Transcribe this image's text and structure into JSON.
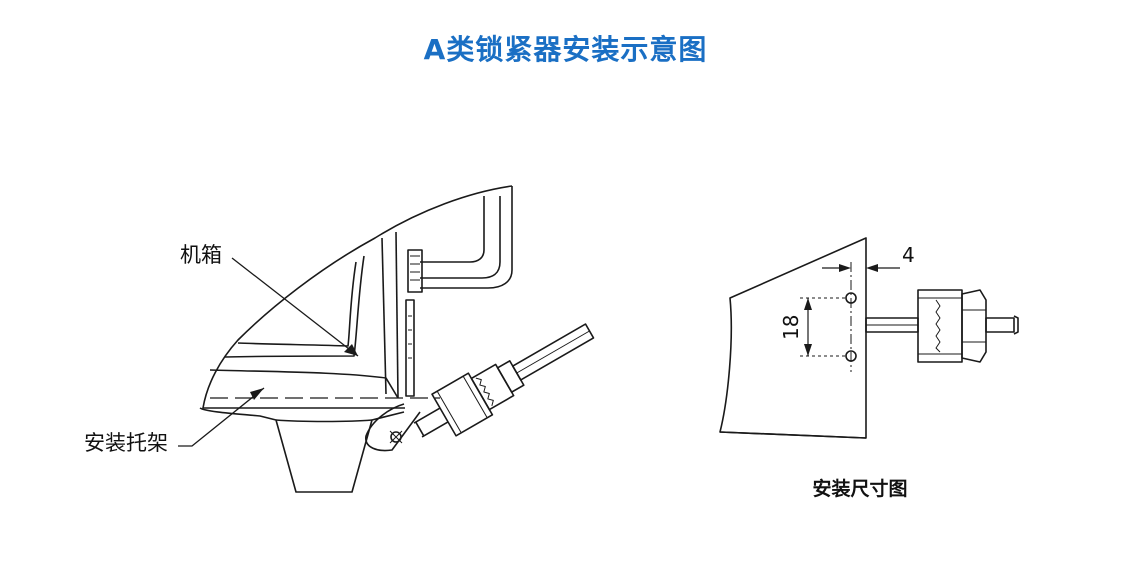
{
  "title": "A类锁紧器安装示意图",
  "left_diagram": {
    "label_case": "机箱",
    "label_bracket": "安装托架"
  },
  "right_diagram": {
    "dim_horizontal": "4",
    "dim_vertical": "18",
    "caption": "安装尺寸图"
  },
  "colors": {
    "title": "#1a6fc4",
    "line": "#1a1a1a"
  }
}
